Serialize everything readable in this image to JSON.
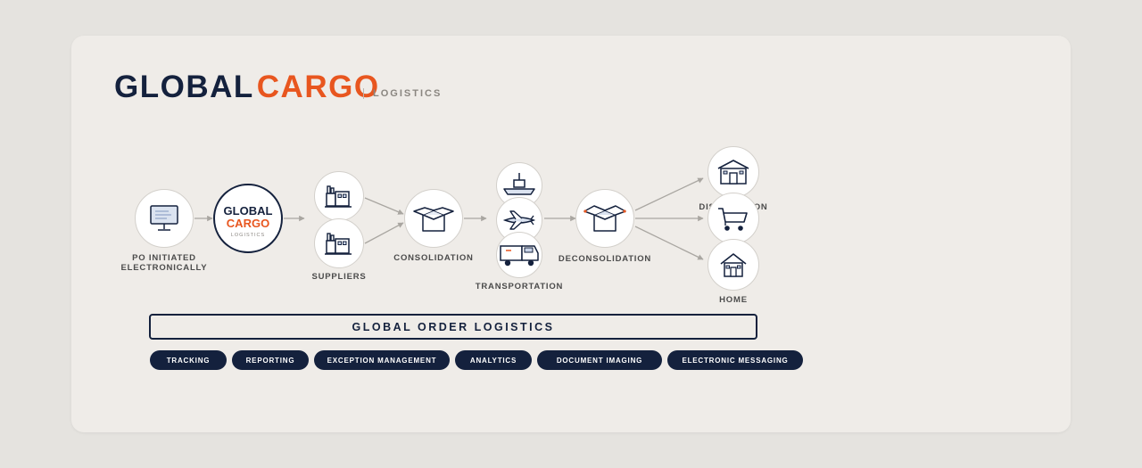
{
  "brand": {
    "word1": "GLOBAL",
    "word2": "CARGO",
    "tagline": "LOGISTICS"
  },
  "colors": {
    "navy": "#14213d",
    "orange": "#e8561f",
    "card": "#efece8",
    "background": "#e5e3df"
  },
  "hub": {
    "line1": "GLOBAL",
    "line2": "CARGO",
    "line3": "LOGISTICS"
  },
  "steps": {
    "po": {
      "line1": "PO INITIATED",
      "line2": "ELECTRONICALLY",
      "icon": "monitor-icon"
    },
    "suppliers": {
      "label": "SUPPLIERS",
      "icon": "factory-icon"
    },
    "consolidation": {
      "label": "CONSOLIDATION",
      "icon": "open-box-icon"
    },
    "transportation": {
      "label": "TRANSPORTATION",
      "icons": [
        "ship-icon",
        "plane-icon",
        "truck-icon"
      ]
    },
    "deconsolidation": {
      "label": "DECONSOLIDATION",
      "icon": "open-box-icon"
    },
    "distribution": {
      "label": "DISTRIBUTION",
      "icon": "warehouse-icon"
    },
    "retail": {
      "icon": "cart-icon"
    },
    "home": {
      "label": "HOME",
      "icon": "house-icon"
    }
  },
  "banner": "GLOBAL ORDER LOGISTICS",
  "services": [
    "TRACKING",
    "REPORTING",
    "EXCEPTION MANAGEMENT",
    "ANALYTICS",
    "DOCUMENT IMAGING",
    "ELECTRONIC MESSAGING"
  ]
}
